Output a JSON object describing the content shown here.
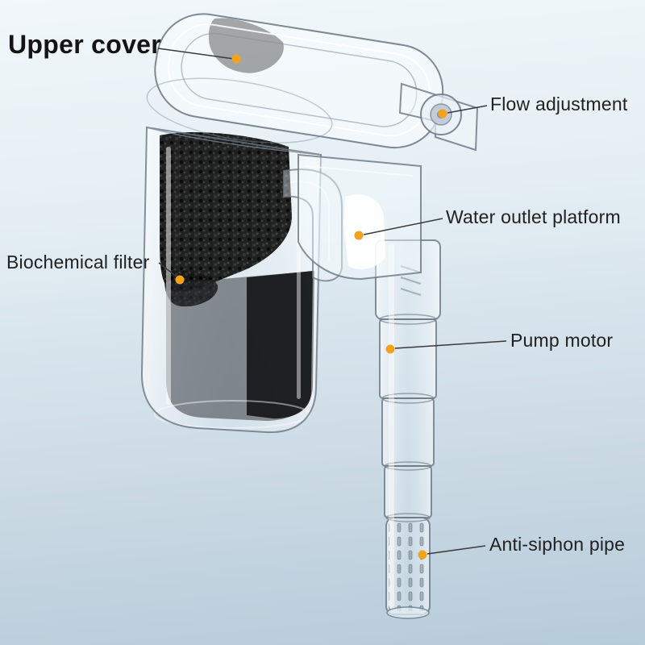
{
  "annotations": {
    "dot_color": "#f2a21c",
    "line_color": "#3a3a3a",
    "items": [
      {
        "id": "upper-cover",
        "text": "Upper cover"
      },
      {
        "id": "flow-adjustment",
        "text": "Flow adjustment"
      },
      {
        "id": "water-outlet-platform",
        "text": "Water outlet platform"
      },
      {
        "id": "biochemical-filter",
        "text": "Biochemical filter"
      },
      {
        "id": "pump-motor",
        "text": "Pump motor"
      },
      {
        "id": "anti-siphon-pipe",
        "text": "Anti-siphon pipe"
      }
    ]
  }
}
